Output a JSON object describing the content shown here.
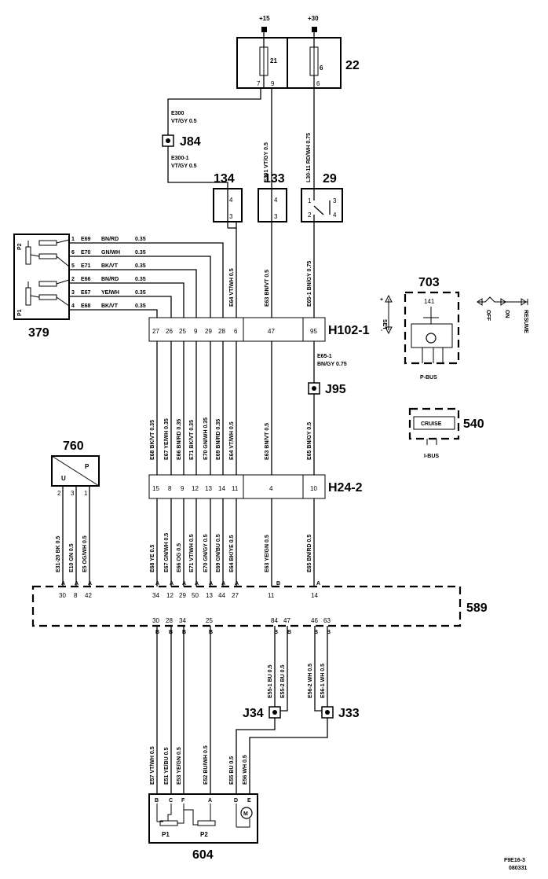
{
  "supplies": {
    "plus15": "+15",
    "plus30": "+30"
  },
  "fuse_box": {
    "id": "22",
    "fuse_a": "21",
    "fuse_b": "6",
    "pin7": "7",
    "pin9": "9",
    "pin6": "6"
  },
  "wires_top": {
    "e300": [
      "E300",
      "VT/GY  0.5"
    ],
    "e300_1": [
      "E300-1",
      "VT/GY  0.5"
    ],
    "e301": "E301  VT/GY  0.5",
    "l30_11": "L30-11  RD/WH  0.75"
  },
  "junctions": {
    "j84": "J84",
    "j95": "J95",
    "j34": "J34",
    "j33": "J33"
  },
  "relays": {
    "r134": {
      "id": "134",
      "p4": "4",
      "p3": "3"
    },
    "r133": {
      "id": "133",
      "p4": "4",
      "p3": "3"
    },
    "sw29": {
      "id": "29",
      "p1": "1",
      "p2": "2",
      "p3": "3",
      "p4": "4"
    }
  },
  "sensor379": {
    "id": "379",
    "p2": "P2",
    "p1": "P1",
    "wires": [
      {
        "pin": "1",
        "wire": "E69",
        "color": "BN/RD",
        "size": "0.35"
      },
      {
        "pin": "6",
        "wire": "E70",
        "color": "GN/WH",
        "size": "0.35"
      },
      {
        "pin": "5",
        "wire": "E71",
        "color": "BK/VT",
        "size": "0.35"
      },
      {
        "pin": "2",
        "wire": "E66",
        "color": "BN/RD",
        "size": "0.35"
      },
      {
        "pin": "3",
        "wire": "E67",
        "color": "YE/WH",
        "size": "0.35"
      },
      {
        "pin": "4",
        "wire": "E68",
        "color": "BK/VT",
        "size": "0.35"
      }
    ]
  },
  "connector_h102": {
    "id": "H102-1",
    "pins": [
      "27",
      "26",
      "25",
      "9",
      "29",
      "28",
      "6",
      "47",
      "95"
    ]
  },
  "vert_upper": {
    "e64": "E64  VT/WH  0.5",
    "e63": "E63  BN/VT  0.5",
    "e65_1": "E65-1  BN/GY  0.75",
    "e65_1b": [
      "E65-1",
      "BN/GY  0.75"
    ]
  },
  "mid_wires": [
    "E68  BK/VT  0.35",
    "E67  YE/WH  0.35",
    "E66  BN/RD  0.35",
    "E71  BK/VT  0.35",
    "E70  GN/WH  0.35",
    "E69  BN/RD  0.35",
    "E64  VT/WH  0.5",
    "E63  BN/VT  0.5",
    "E65  BN/GY  0.5"
  ],
  "connector_h24": {
    "id": "H24-2",
    "pins": [
      "15",
      "8",
      "9",
      "12",
      "13",
      "14",
      "11",
      "4",
      "10"
    ]
  },
  "lower_wires": [
    "E68  YE  0.5",
    "E67  GN/WH  0.5",
    "E66  OG  0.5",
    "E71  VT/WH  0.5",
    "E70  GN/GY  0.5",
    "E69  GN/BU  0.5",
    "E64  BK/YE  0.5",
    "E63  YE/GN  0.5",
    "E65  BN/RD  0.5"
  ],
  "sensor760": {
    "id": "760",
    "u": "U",
    "p": "P",
    "pins": [
      "2",
      "3",
      "1"
    ],
    "wires": [
      "E31-20  BK  0.5",
      "E10  GN  0.5",
      "E5  OG/WH  0.5"
    ]
  },
  "ecu589": {
    "id": "589",
    "top_pins": [
      {
        "num": "30",
        "letter": "A"
      },
      {
        "num": "8",
        "letter": "A"
      },
      {
        "num": "42",
        "letter": "A"
      },
      {
        "num": "34",
        "letter": "A"
      },
      {
        "num": "12",
        "letter": "A"
      },
      {
        "num": "29",
        "letter": "A"
      },
      {
        "num": "50",
        "letter": "A"
      },
      {
        "num": "13",
        "letter": "A"
      },
      {
        "num": "44",
        "letter": "A"
      },
      {
        "num": "27",
        "letter": "A"
      },
      {
        "num": "11",
        "letter": "B"
      },
      {
        "num": "14",
        "letter": "A"
      }
    ],
    "bottom_pins": [
      {
        "num": "30",
        "letter": "B"
      },
      {
        "num": "28",
        "letter": "B"
      },
      {
        "num": "34",
        "letter": "B"
      },
      {
        "num": "25",
        "letter": "B"
      },
      {
        "num": "84",
        "letter": "B"
      },
      {
        "num": "47",
        "letter": "B"
      },
      {
        "num": "46",
        "letter": "B"
      },
      {
        "num": "63",
        "letter": "B"
      }
    ]
  },
  "ecu_out_wires": {
    "e55_1": "E55-1  BU  0.5",
    "e55_2": "E55-2  BU  0.5",
    "e56_2": "E56-2  WH  0.5",
    "e56_1": "E56-1  WH  0.5"
  },
  "bottom_wires": [
    "E57  VT/WH  0.5",
    "E51  YE/BU  0.5",
    "E53  YE/GN  0.5",
    "E52  BU/WH  0.5",
    "E55  BU  0.5",
    "E56  WH  0.5"
  ],
  "actuator604": {
    "id": "604",
    "pins": [
      "B",
      "C",
      "F",
      "A",
      "D",
      "E"
    ],
    "p1": "P1",
    "p2": "P2",
    "motor": "M"
  },
  "module703": {
    "id": "703",
    "pin": "141",
    "bus": "P-BUS"
  },
  "switch_labels": {
    "set": "SET",
    "plus": "+",
    "minus": "-",
    "off": "OFF",
    "on": "ON",
    "resume": "RESUME"
  },
  "module540": {
    "id": "540",
    "label": "CRUISE",
    "bus": "I-BUS"
  },
  "footer": {
    "code": "F9E16-3",
    "date": "080331"
  }
}
